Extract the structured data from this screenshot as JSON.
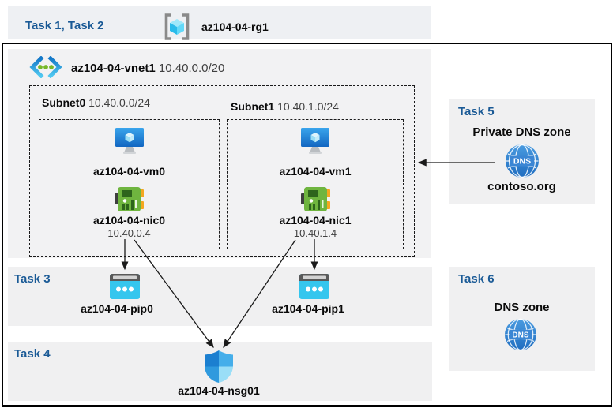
{
  "header": {
    "task_label": "Task 1, Task 2",
    "resource_group": "az104-04-rg1"
  },
  "vnet": {
    "name": "az104-04-vnet1",
    "cidr": "10.40.0.0/20"
  },
  "subnets": [
    {
      "name": "Subnet0",
      "cidr": "10.40.0.0/24",
      "vm": "az104-04-vm0",
      "nic": "az104-04-nic0",
      "ip": "10.40.0.4"
    },
    {
      "name": "Subnet1",
      "cidr": "10.40.1.0/24",
      "vm": "az104-04-vm1",
      "nic": "az104-04-nic1",
      "ip": "10.40.1.4"
    }
  ],
  "task3": {
    "label": "Task 3",
    "pip0": "az104-04-pip0",
    "pip1": "az104-04-pip1"
  },
  "task4": {
    "label": "Task 4",
    "nsg": "az104-04-nsg01"
  },
  "task5": {
    "label": "Task 5",
    "title": "Private DNS zone",
    "zone_name": "contoso.org",
    "dns_icon_text": "DNS"
  },
  "task6": {
    "label": "Task 6",
    "title": "DNS zone",
    "dns_icon_text": "DNS"
  },
  "colors": {
    "task_label_blue": "#1a5a96",
    "band_gray": "#f0f0f1",
    "pip_cyan": "#35c6ee",
    "nic_green": "#6fb53f",
    "dns_blue": "#2e7fd2"
  }
}
